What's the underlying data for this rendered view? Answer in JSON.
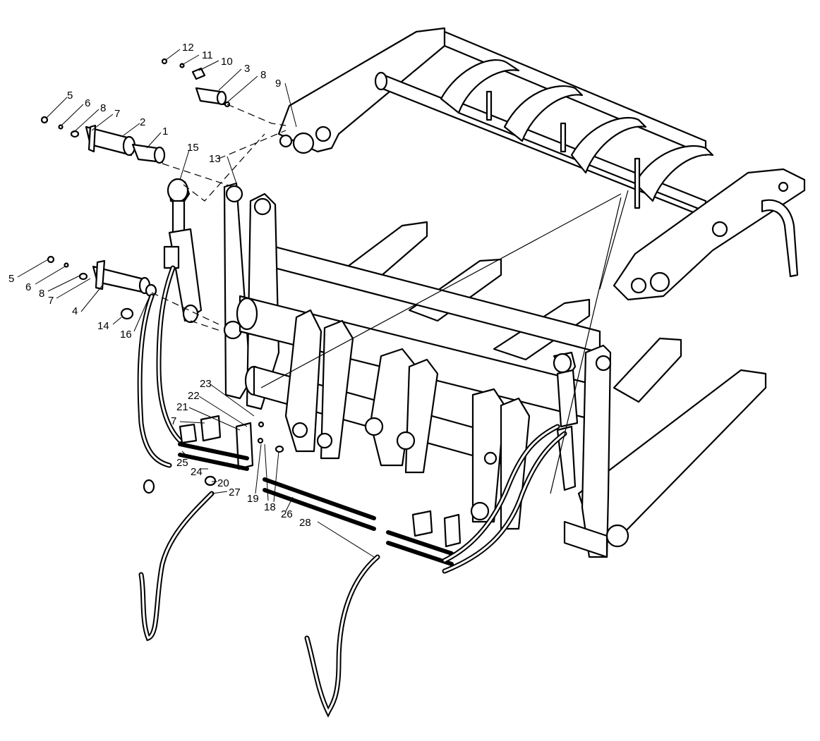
{
  "callouts": {
    "c1": "1",
    "c2": "2",
    "c3": "3",
    "c4": "4",
    "c5a": "5",
    "c5b": "5",
    "c6a": "6",
    "c6b": "6",
    "c7a": "7",
    "c7b": "7",
    "c7c": "7",
    "c8a": "8",
    "c8b": "8",
    "c8c": "8",
    "c9": "9",
    "c10": "10",
    "c11": "11",
    "c12": "12",
    "c13": "13",
    "c14": "14",
    "c15": "15",
    "c16": "16",
    "c18": "18",
    "c19": "19",
    "c20": "20",
    "c21": "21",
    "c22": "22",
    "c23": "23",
    "c24": "24",
    "c25": "25",
    "c26": "26",
    "c27": "27",
    "c28": "28"
  },
  "icons": {
    "grapple": "grapple-arm-icon",
    "frame": "fork-frame-icon",
    "cylinder": "hydraulic-cylinder-icon",
    "hose": "hydraulic-hose-icon",
    "pin": "pin-icon"
  }
}
